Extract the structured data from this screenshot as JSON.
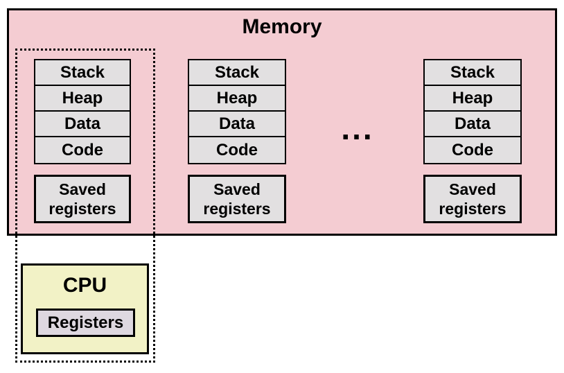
{
  "memory": {
    "title": "Memory",
    "ellipsis": "...",
    "columns": [
      {
        "segments": [
          "Stack",
          "Heap",
          "Data",
          "Code"
        ],
        "saved_registers": "Saved registers"
      },
      {
        "segments": [
          "Stack",
          "Heap",
          "Data",
          "Code"
        ],
        "saved_registers": "Saved registers"
      },
      {
        "segments": [
          "Stack",
          "Heap",
          "Data",
          "Code"
        ],
        "saved_registers": "Saved registers"
      }
    ]
  },
  "cpu": {
    "title": "CPU",
    "registers": "Registers"
  },
  "colors": {
    "memory_fill": "#f4ccd2",
    "segment_fill": "#e2e0e1",
    "cpu_fill": "#f2f2c6",
    "registers_fill": "#ded8e0",
    "border": "#000000",
    "background": "#ffffff"
  }
}
